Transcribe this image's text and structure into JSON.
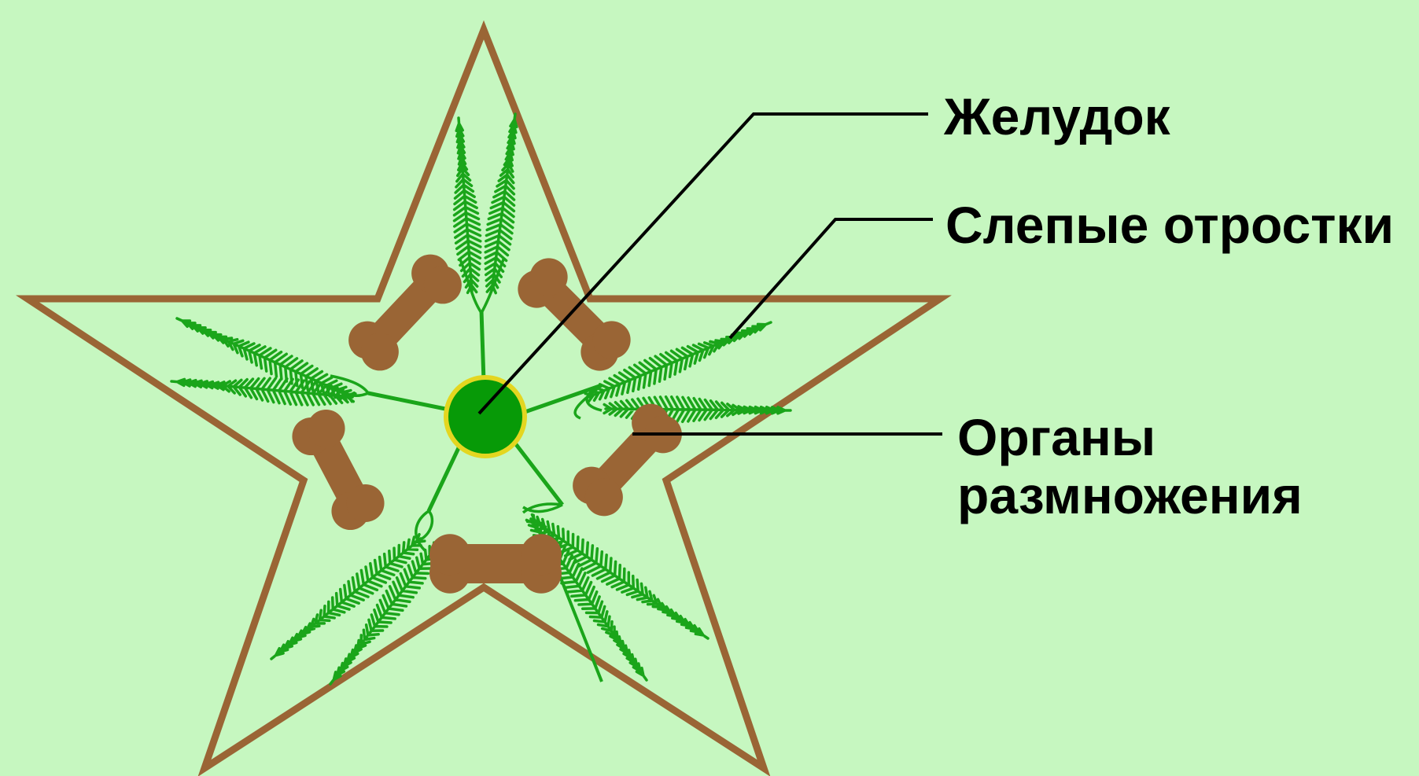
{
  "labels": {
    "stomach": "Желудок",
    "caeca": "Слепые отростки",
    "gonads_line1": "Органы",
    "gonads_line2": "размножения"
  },
  "colors": {
    "background": "#c6f7c0",
    "outline": "#9a6535",
    "gonad": "#9a6535",
    "caeca": "#1aa51a",
    "stomach": "#079a07",
    "stomach_rim": "#e4d620",
    "leader": "#000000"
  }
}
